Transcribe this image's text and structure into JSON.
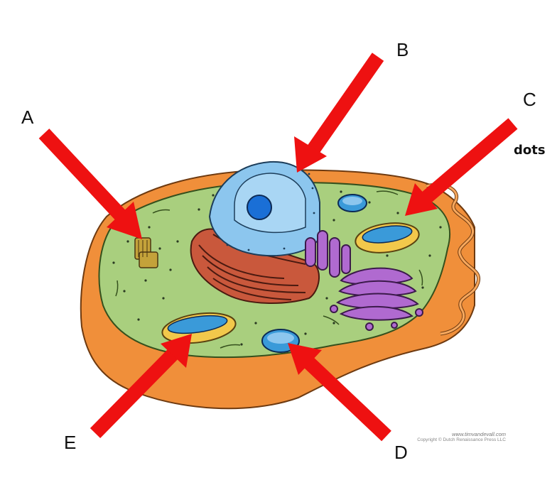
{
  "labels": {
    "a": "A",
    "b": "B",
    "c": "C",
    "d": "D",
    "e": "E"
  },
  "annotation": "dots",
  "credit": {
    "site": "www.timvandevall.com",
    "copyright": "Copyright © Dutch Renaissance Press LLC"
  },
  "colors": {
    "arrow": "#ee1111",
    "cytoplasm": "#a9cf7e",
    "membrane": "#f08f3a",
    "nucleus": "#8cc6ee",
    "nucleolus": "#1a6fd6",
    "rough_er": "#c9583c",
    "golgi": "#b06ad0",
    "mitochondrion_outer": "#f2c84b",
    "mitochondrion_inner": "#3a9ad9",
    "centriole": "#c4a23a"
  }
}
